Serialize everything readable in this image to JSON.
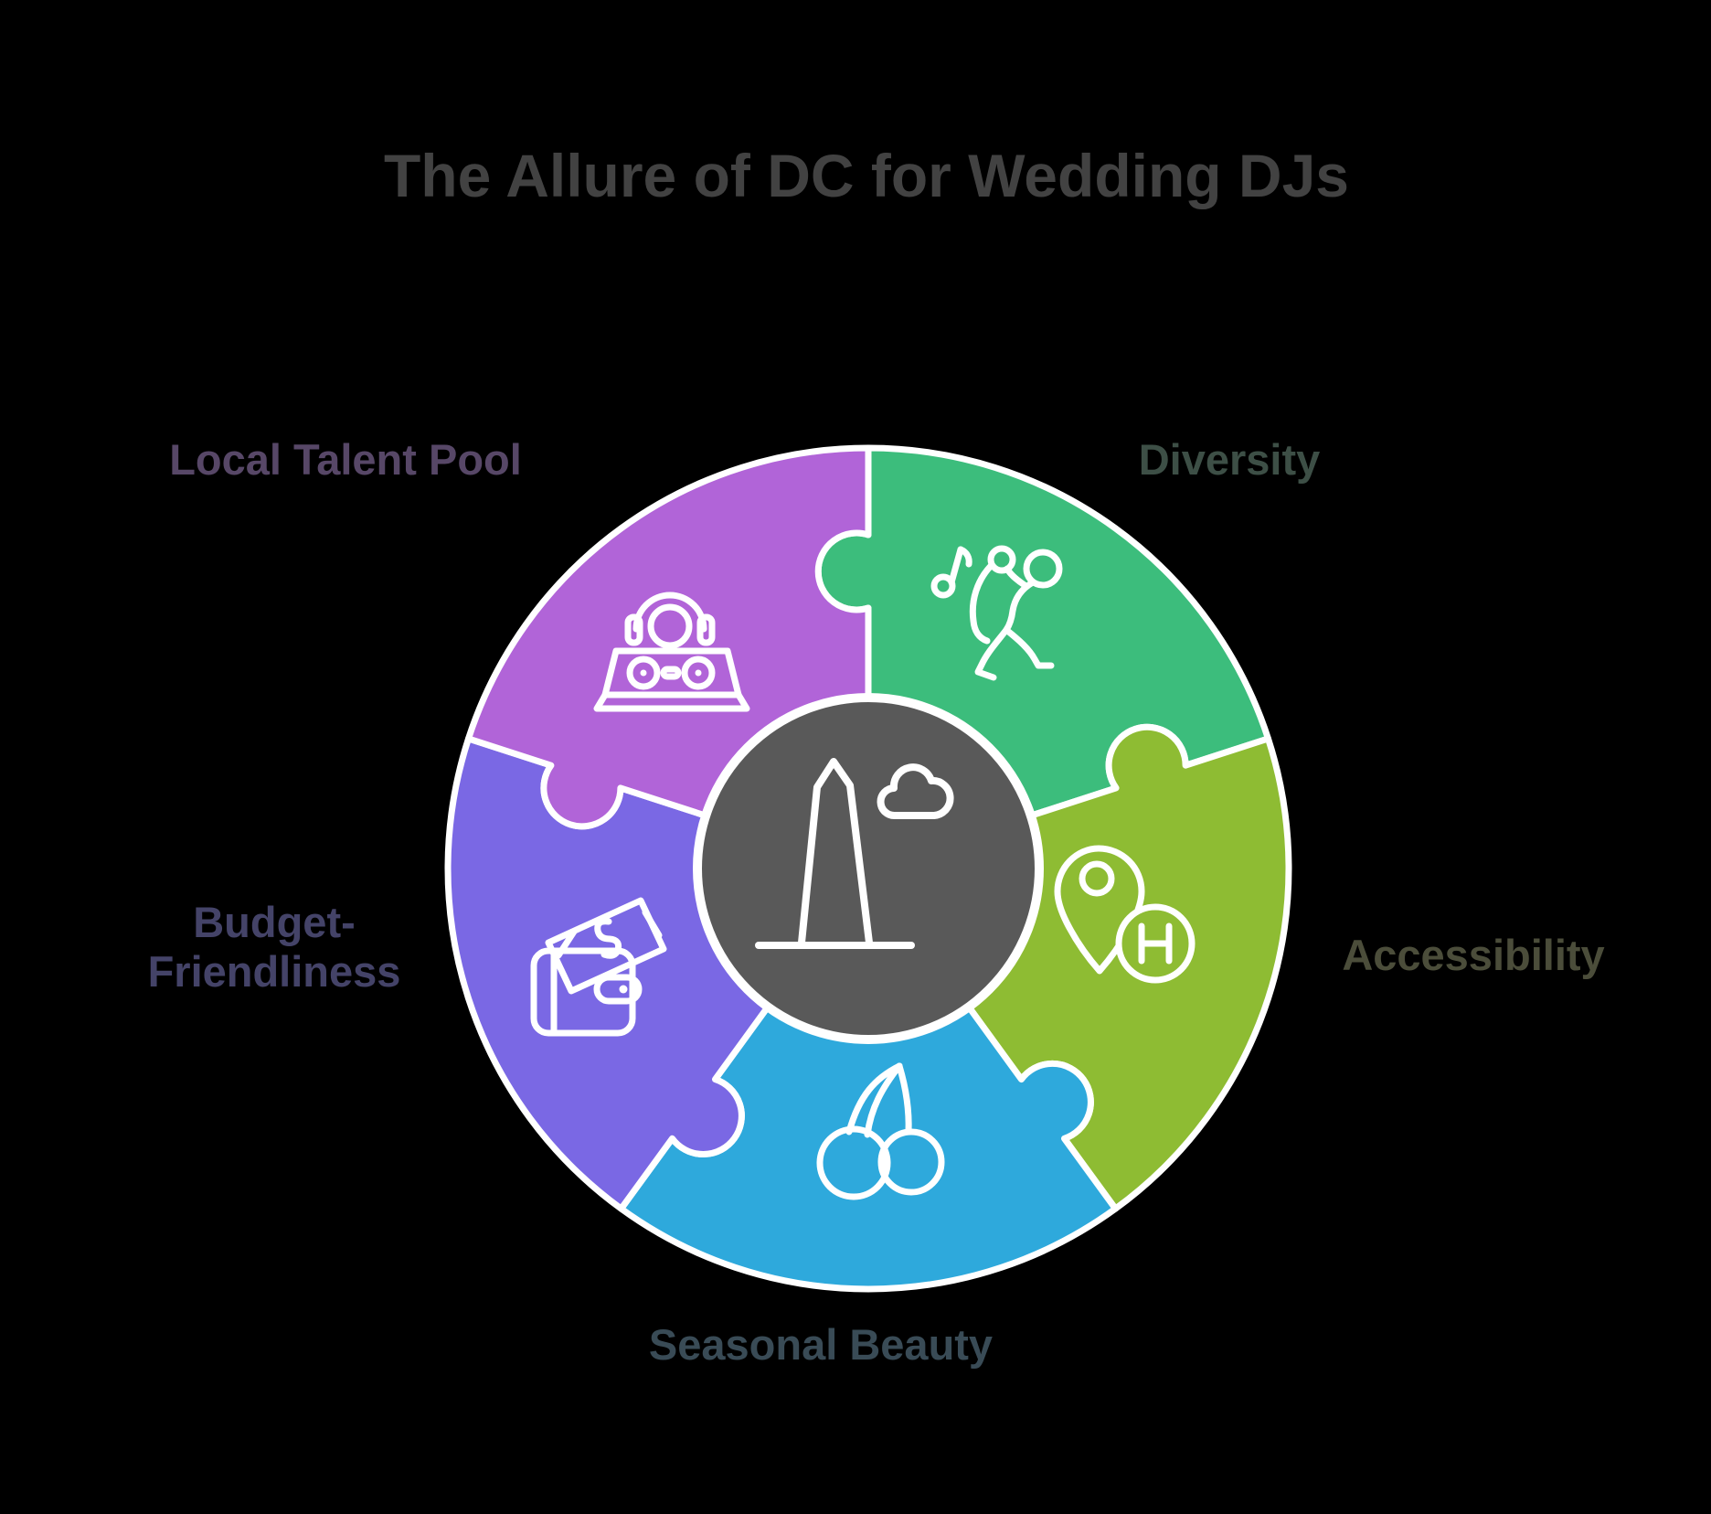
{
  "title": {
    "text": "The Allure of DC for Wedding DJs",
    "color": "#424242"
  },
  "background_color": "#000000",
  "wheel": {
    "stroke_color": "#ffffff",
    "center": {
      "icon": "washington-monument-with-cloud-icon",
      "color": "#595959"
    },
    "segments": [
      {
        "id": "diversity",
        "label": "Diversity",
        "color": "#3cbd7c",
        "label_color": "#3d4f46",
        "icon": "dancing-singer-icon",
        "start_angle": -90,
        "end_angle": -18
      },
      {
        "id": "accessibility",
        "label": "Accessibility",
        "color": "#8ebc33",
        "label_color": "#4b4d3a",
        "icon": "location-pin-hotel-icon",
        "start_angle": -18,
        "end_angle": 54
      },
      {
        "id": "seasonal-beauty",
        "label": "Seasonal Beauty",
        "color": "#2ea9dc",
        "label_color": "#394b56",
        "icon": "cherries-icon",
        "start_angle": 54,
        "end_angle": 126
      },
      {
        "id": "budget-friendliness",
        "label": "Budget-Friendliness",
        "color": "#7a68e4",
        "label_color": "#444368",
        "icon": "wallet-money-icon",
        "start_angle": 126,
        "end_angle": 198
      },
      {
        "id": "local-talent-pool",
        "label": "Local Talent Pool",
        "color": "#b164d8",
        "label_color": "#574767",
        "icon": "dj-turntable-icon",
        "start_angle": 198,
        "end_angle": 270
      }
    ]
  }
}
